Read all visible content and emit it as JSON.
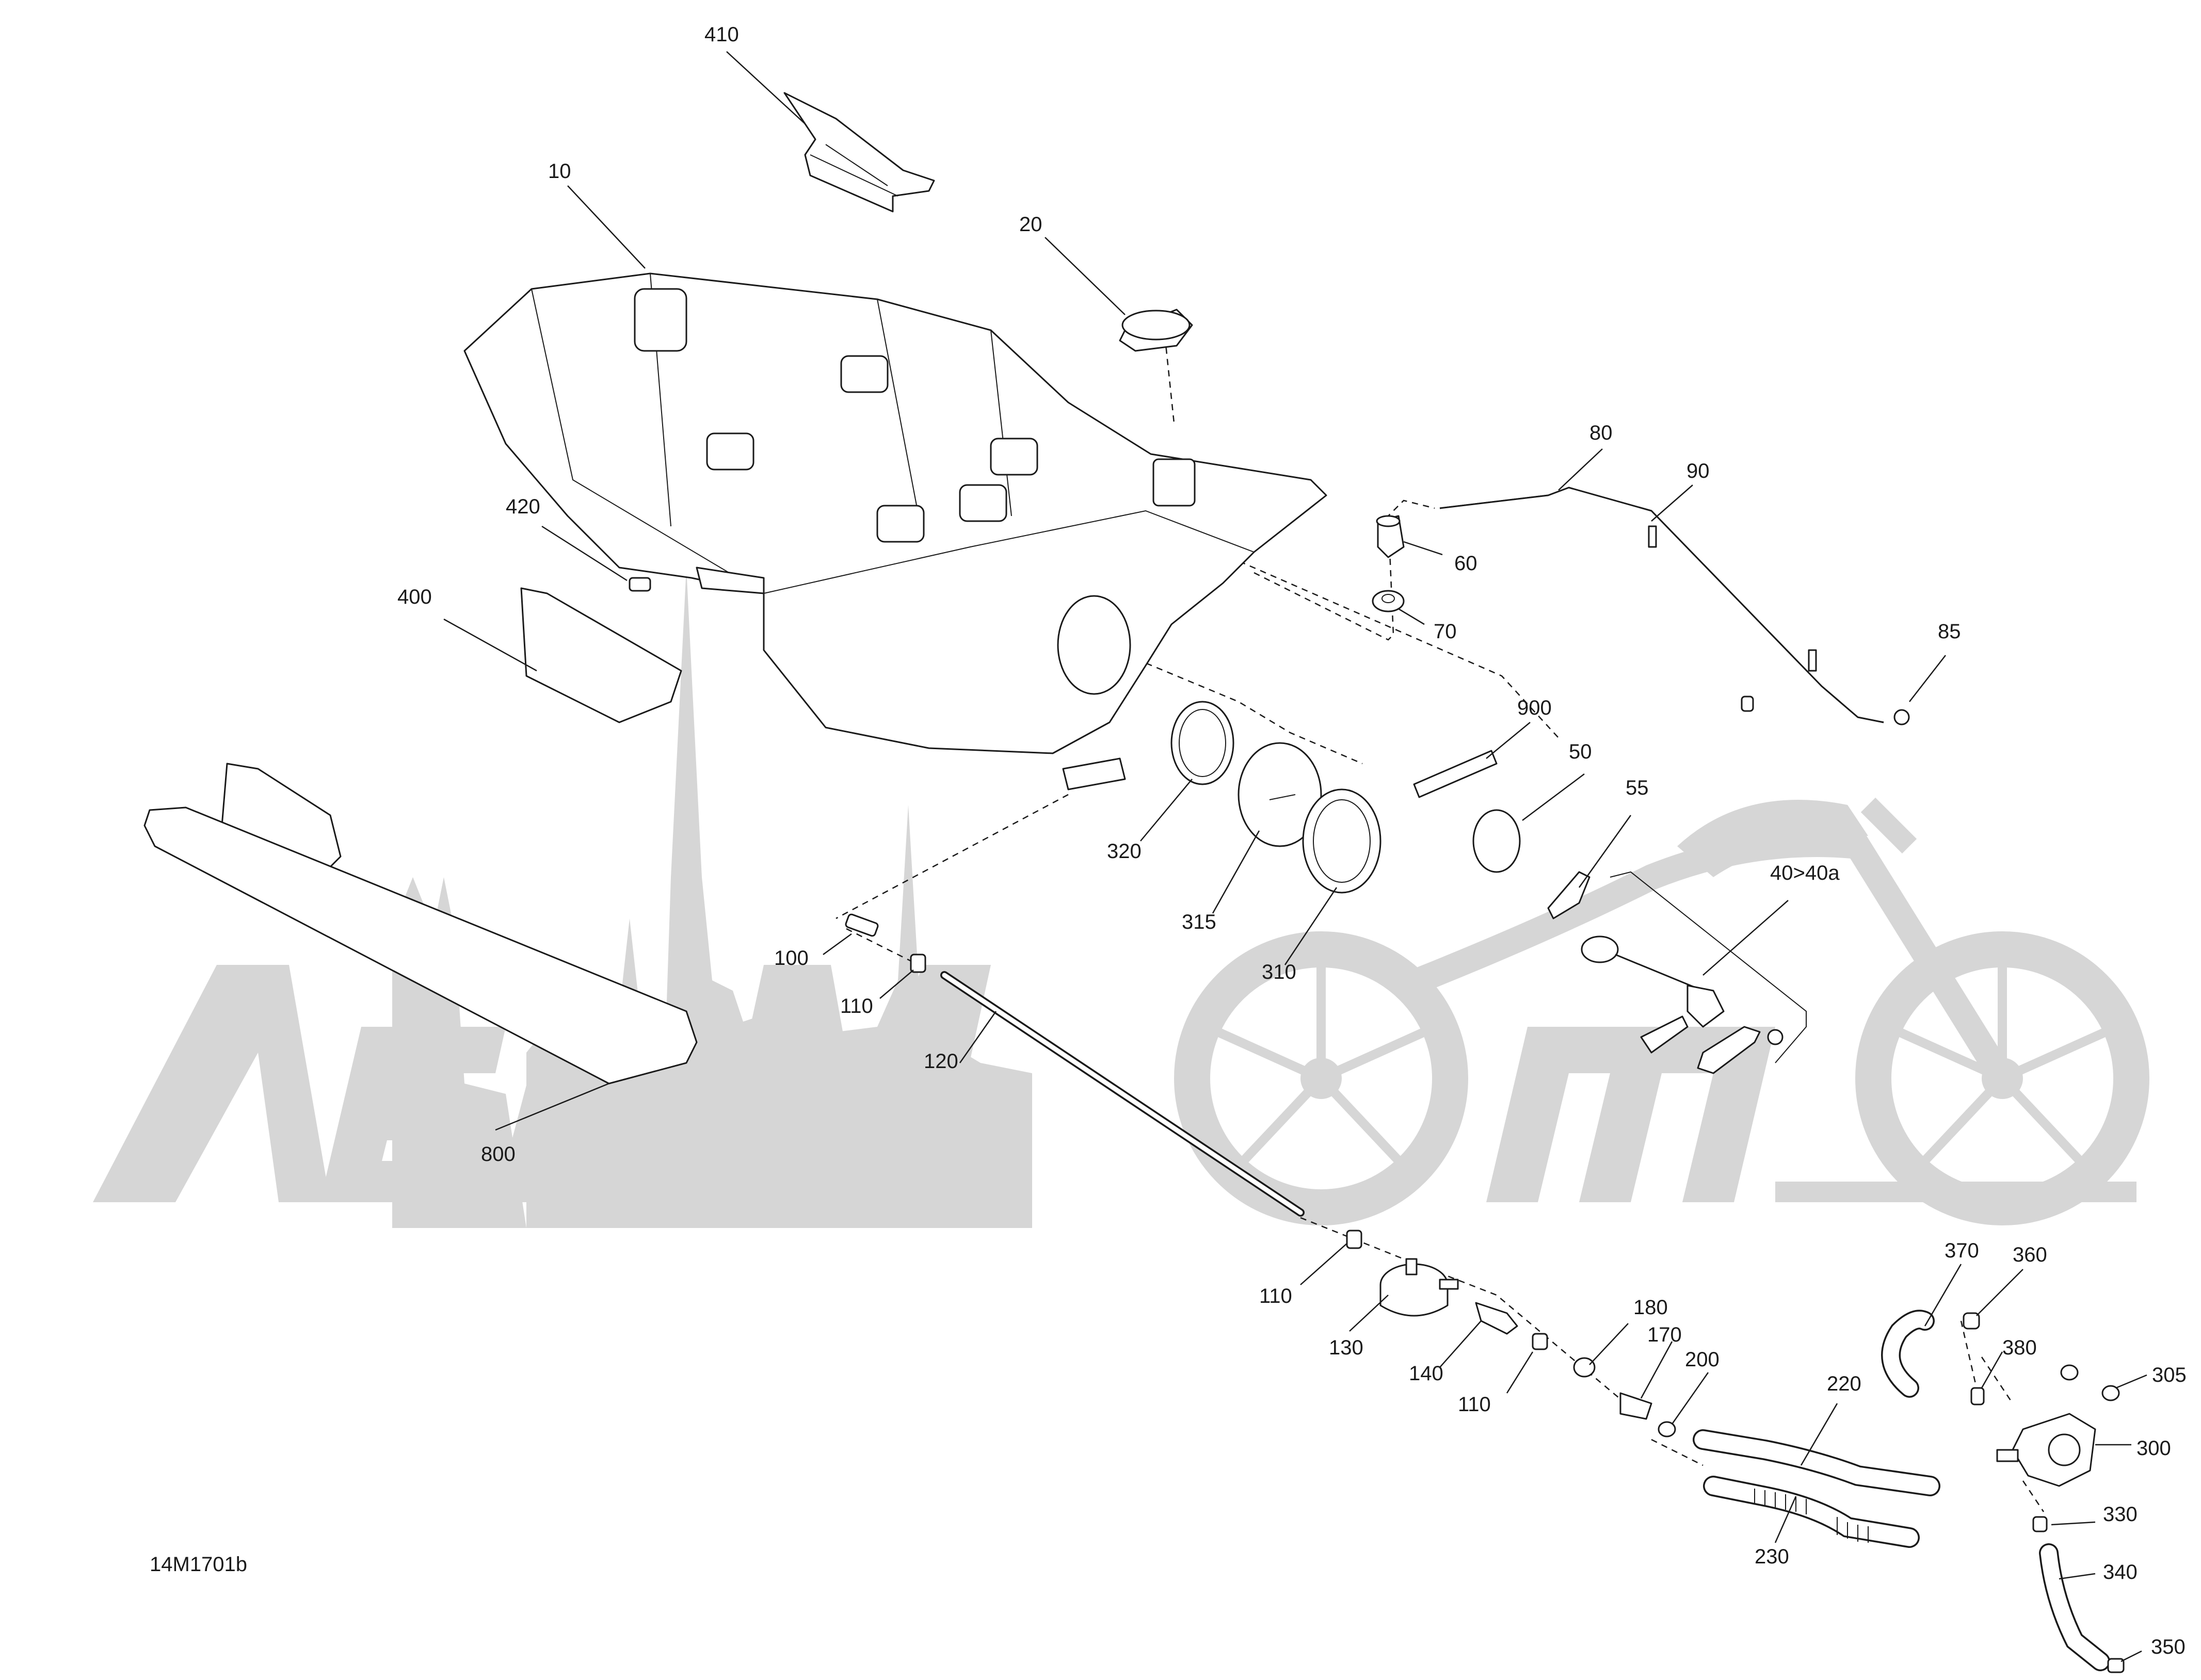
{
  "diagram_code": "14M1701b",
  "callouts": {
    "c410": "410",
    "c10": "10",
    "c20": "20",
    "c80": "80",
    "c90": "90",
    "c60": "60",
    "c70": "70",
    "c85": "85",
    "c420": "420",
    "c400": "400",
    "c900": "900",
    "c50": "50",
    "c55": "55",
    "c40": "40>40a",
    "c320": "320",
    "c315": "315",
    "c310": "310",
    "c100": "100",
    "c110a": "110",
    "c120": "120",
    "c800": "800",
    "c110b": "110",
    "c130": "130",
    "c140": "140",
    "c110c": "110",
    "c180": "180",
    "c170": "170",
    "c200": "200",
    "c220": "220",
    "c370": "370",
    "c360": "360",
    "c380": "380",
    "c305": "305",
    "c300": "300",
    "c230": "230",
    "c330": "330",
    "c340": "340",
    "c350": "350"
  },
  "watermark": {
    "kind": "logo",
    "text": "Ленмото"
  },
  "colors": {
    "ink": "#1a1a1a",
    "watermark": "#d6d6d6",
    "background": "#ffffff"
  }
}
